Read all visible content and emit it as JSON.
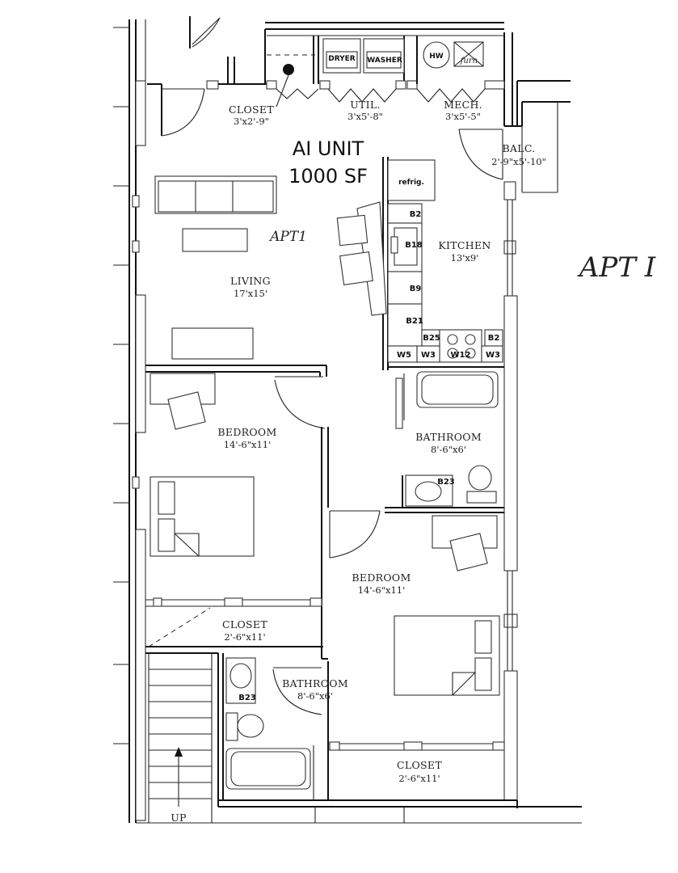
{
  "title": {
    "unit": "AI UNIT",
    "area": "1000 SF"
  },
  "handwritten": {
    "inside": "APT1",
    "margin": "APT I"
  },
  "rooms": [
    {
      "id": "closet-entry",
      "name": "CLOSET",
      "dims": "3'x2'-9\""
    },
    {
      "id": "util",
      "name": "UTIL.",
      "dims": "3'x5'-8\""
    },
    {
      "id": "mech",
      "name": "MECH.",
      "dims": "3'x5'-5\""
    },
    {
      "id": "balc",
      "name": "BALC.",
      "dims": "2'-9\"x5'-10\""
    },
    {
      "id": "kitchen",
      "name": "KITCHEN",
      "dims": "13'x9'"
    },
    {
      "id": "living",
      "name": "LIVING",
      "dims": "17'x15'"
    },
    {
      "id": "bedroom-1",
      "name": "BEDROOM",
      "dims": "14'-6\"x11'"
    },
    {
      "id": "bathroom-1",
      "name": "BATHROOM",
      "dims": "8'-6\"x6'"
    },
    {
      "id": "bedroom-2",
      "name": "BEDROOM",
      "dims": "14'-6\"x11'"
    },
    {
      "id": "closet-1",
      "name": "CLOSET",
      "dims": "2'-6\"x11'"
    },
    {
      "id": "bathroom-2",
      "name": "BATHROOM",
      "dims": "8'-6\"x6'"
    },
    {
      "id": "closet-2",
      "name": "CLOSET",
      "dims": "2'-6\"x11'"
    }
  ],
  "appliances": {
    "dryer": "DRYER",
    "washer": "WASHER",
    "hot_water": "HW",
    "furnace": "furn.",
    "refrigerator": "refrig."
  },
  "cabinets": {
    "b2_top": "B2",
    "b18": "B18",
    "b9": "B9",
    "b21": "B21",
    "b25": "B25",
    "b2_side": "B2",
    "w5": "W5",
    "w3_a": "W3",
    "w12": "W12",
    "w3_b": "W3",
    "b23_bath1": "B23",
    "b23_bath2": "B23"
  },
  "stair": {
    "label": "UP"
  }
}
